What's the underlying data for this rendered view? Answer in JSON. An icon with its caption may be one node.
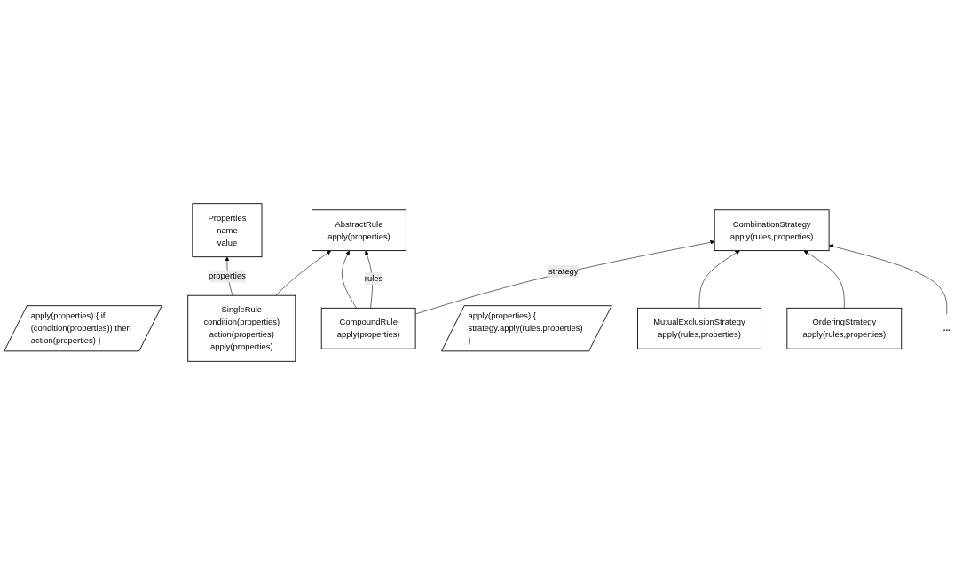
{
  "diagram": {
    "nodes": [
      {
        "text": [
          "AbstractRule",
          "apply(properties)"
        ]
      },
      {
        "text": [
          "apply(properties) { if (condition(properties)) then action(properties) }"
        ]
      },
      {
        "text": [
          "SingleRule",
          "condition(properties)",
          "action(properties)",
          "apply(properties)"
        ]
      },
      {
        "text": [
          "CompoundRule",
          "apply(properties)"
        ]
      },
      {
        "text": [
          "apply(properties) { strategy.apply(rules.properties) }"
        ]
      },
      {
        "text": [
          "Properties",
          "name",
          "value"
        ]
      },
      {
        "text": [
          "CombinationStrategy",
          "apply(rules,properties)"
        ]
      },
      {
        "text": [
          "MutualExclusionStrategy",
          "apply(rules,properties)"
        ]
      },
      {
        "text": [
          "OrderingStrategy",
          "apply(rules,properties)"
        ]
      },
      {
        "text": [
          "..."
        ]
      }
    ],
    "edges": [
      {
        "from": 2,
        "to": 0,
        "arrow": "to"
      },
      {
        "from": 3,
        "to": 0,
        "arrow": "to"
      },
      {
        "from": 3,
        "to": 0,
        "arrow": "to",
        "label": "rules"
      },
      {
        "from": 2,
        "to": 5,
        "arrow": "to",
        "label": "properties"
      },
      {
        "from": 3,
        "to": 6,
        "arrow": "to",
        "label": "strategy"
      },
      {
        "from": 7,
        "to": 6,
        "arrow": "to"
      },
      {
        "from": 8,
        "to": 6,
        "arrow": "to"
      },
      {
        "from": 9,
        "to": 6,
        "arrow": "to"
      }
    ]
  }
}
